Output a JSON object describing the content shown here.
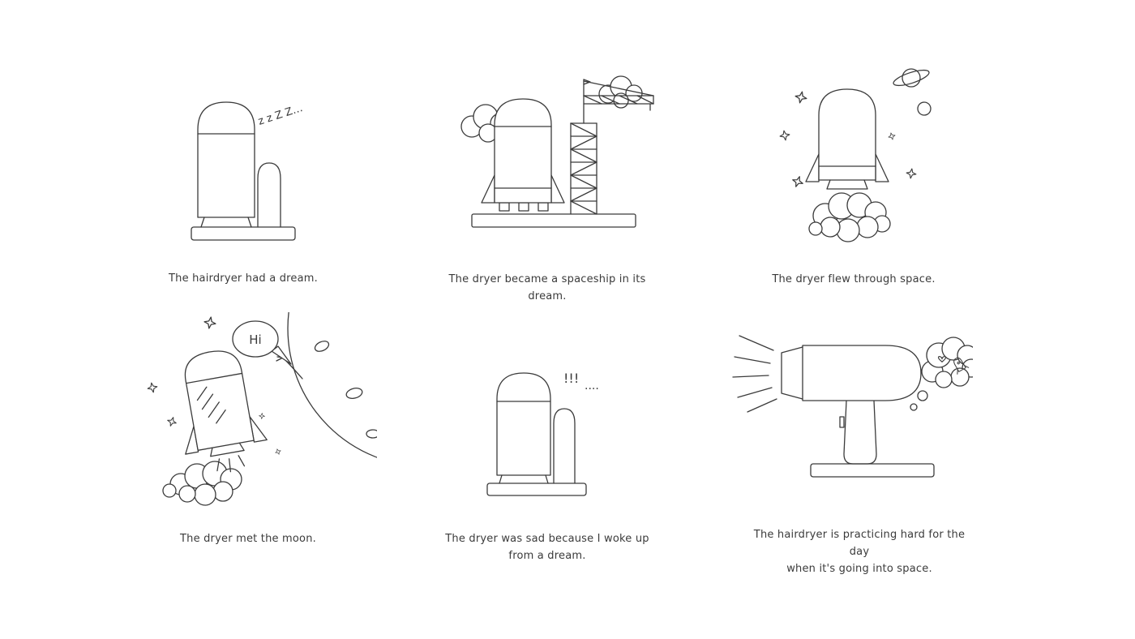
{
  "page": {
    "background": "#ffffff",
    "ink": "#3b3b3b"
  },
  "panels": [
    {
      "scene": "hairdryer-sleeping",
      "caption": "The hairdryer had a dream.",
      "effect": "z z Z Z…"
    },
    {
      "scene": "dryer-as-spaceship-on-launch-pad",
      "caption": "The dryer became a spaceship in its dream."
    },
    {
      "scene": "dryer-flying-through-space",
      "caption": "The dryer flew through space."
    },
    {
      "scene": "dryer-meets-moon",
      "caption": "The dryer met the moon.",
      "effect": "Hi"
    },
    {
      "scene": "dryer-woke-up-sad",
      "caption": "The dryer was sad because I woke up from a dream.",
      "effect_exclaim": "!!!",
      "effect_dots": "...."
    },
    {
      "scene": "hairdryer-practicing-blowing",
      "caption_line1": "The hairdryer is practicing hard for the day",
      "caption_line2": "when it's going into space."
    }
  ]
}
